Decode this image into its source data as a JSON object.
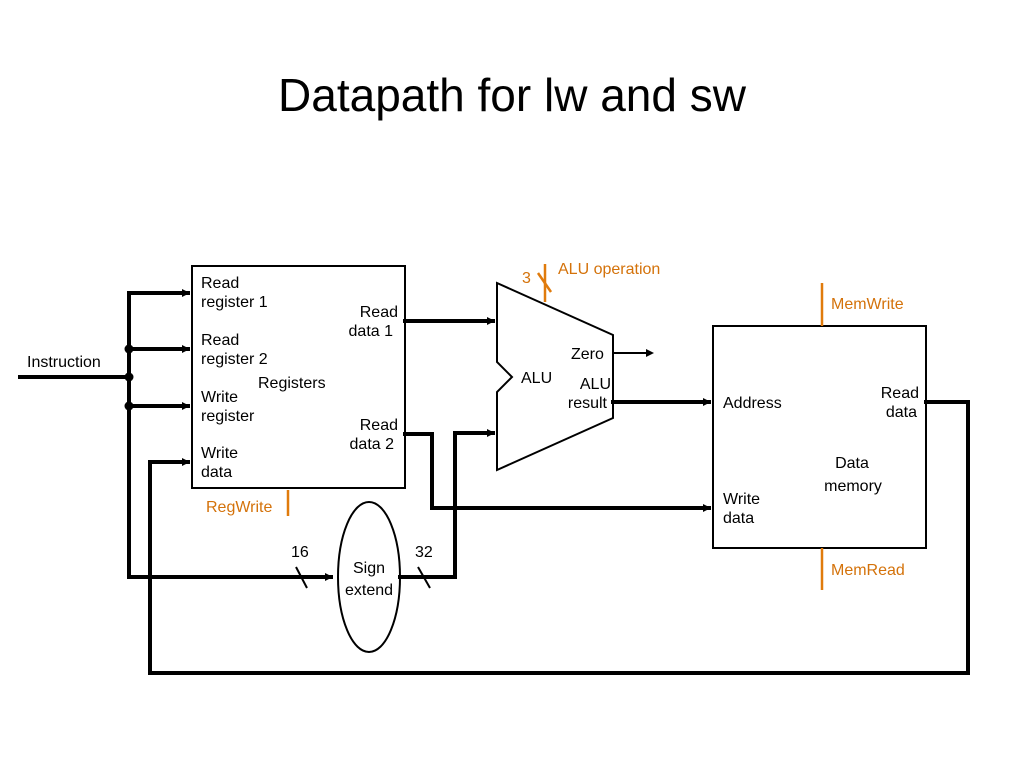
{
  "title": "Datapath for lw and sw",
  "colors": {
    "wire": "#000000",
    "control": "#e07b0c"
  },
  "registers": {
    "name": "Registers",
    "read_register_1": [
      "Read",
      "register 1"
    ],
    "read_register_2": [
      "Read",
      "register 2"
    ],
    "write_register": [
      "Write",
      "register"
    ],
    "write_data": [
      "Write",
      "data"
    ],
    "read_data_1": [
      "Read",
      "data 1"
    ],
    "read_data_2": [
      "Read",
      "data 2"
    ],
    "control": "RegWrite"
  },
  "instruction_label": "Instruction",
  "alu": {
    "name": "ALU",
    "zero": "Zero",
    "result": [
      "ALU",
      "result"
    ],
    "operation": "ALU operation",
    "operation_bits": "3"
  },
  "sign_extend": {
    "name": [
      "Sign",
      "extend"
    ],
    "in_bits": "16",
    "out_bits": "32"
  },
  "data_memory": {
    "name": [
      "Data",
      "memory"
    ],
    "address": "Address",
    "write_data": [
      "Write",
      "data"
    ],
    "read_data": [
      "Read",
      "data"
    ],
    "mem_write": "MemWrite",
    "mem_read": "MemRead"
  }
}
